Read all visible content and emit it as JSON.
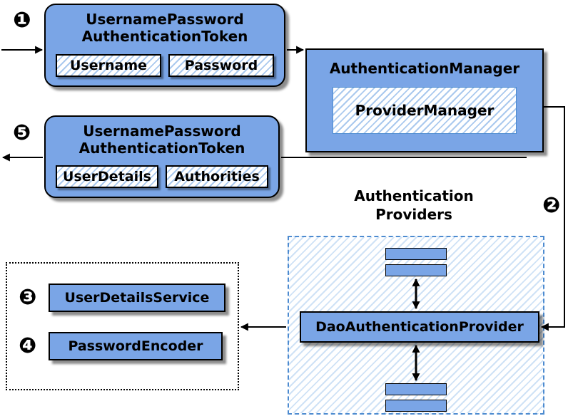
{
  "colors": {
    "box_fill": "#7aa5e6",
    "hatch_stripe": "#aac9ee",
    "container_stripe": "#cfe2f6",
    "dashed_border": "#4d8bd0"
  },
  "badges": {
    "step1": "❶",
    "step2": "❷",
    "step3": "❸",
    "step4": "❹",
    "step5": "❺"
  },
  "token_request": {
    "title": "UsernamePassword\nAuthenticationToken",
    "fields": [
      "Username",
      "Password"
    ]
  },
  "token_response": {
    "title": "UsernamePassword\nAuthenticationToken",
    "fields": [
      "UserDetails",
      "Authorities"
    ]
  },
  "manager": {
    "title": "AuthenticationManager",
    "inner": "ProviderManager"
  },
  "providers": {
    "label": "Authentication\nProviders",
    "main": "DaoAuthenticationProvider"
  },
  "services": {
    "user_details_service": "UserDetailsService",
    "password_encoder": "PasswordEncoder"
  }
}
